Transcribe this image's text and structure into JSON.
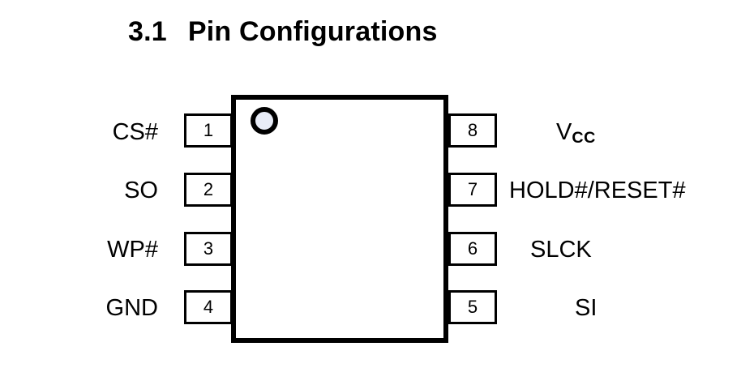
{
  "title": {
    "number": "3.1",
    "text": "Pin Configurations"
  },
  "diagram": {
    "package_marker": "pin-1-dot",
    "colors": {
      "outline": "#000000",
      "background": "#ffffff",
      "pin1_dot_fill": "#e8ecf7"
    },
    "left_pins": [
      {
        "number": "1",
        "label": "CS#"
      },
      {
        "number": "2",
        "label": "SO"
      },
      {
        "number": "3",
        "label": "WP#"
      },
      {
        "number": "4",
        "label": "GND"
      }
    ],
    "right_pins": [
      {
        "number": "8",
        "label": "V",
        "subscript": "CC"
      },
      {
        "number": "7",
        "label": "HOLD#/RESET#",
        "subscript": ""
      },
      {
        "number": "6",
        "label": "SLCK",
        "subscript": ""
      },
      {
        "number": "5",
        "label": "SI",
        "subscript": ""
      }
    ]
  }
}
